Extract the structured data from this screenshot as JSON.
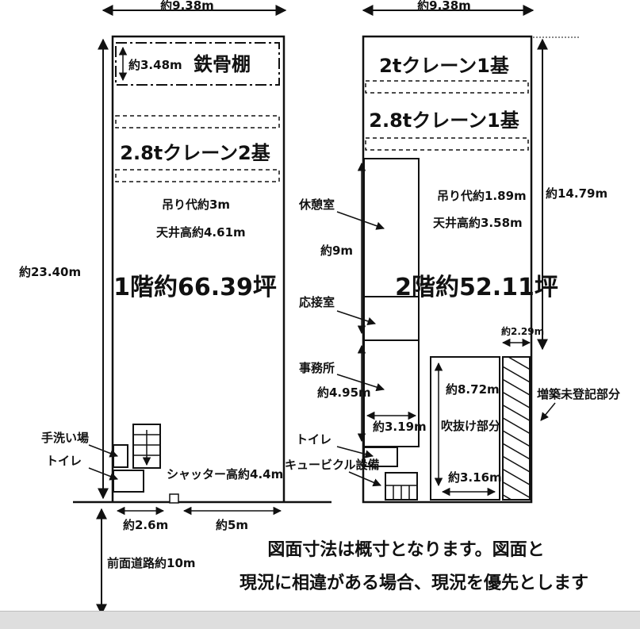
{
  "floor1": {
    "width_top": "約9.38m",
    "height_left": "約23.40m",
    "steel_shelf": "鉄骨棚",
    "shelf_height": "約3.48m",
    "crane": "2.8tクレーン2基",
    "hoist_margin": "吊り代約3m",
    "ceiling": "天井高約4.61m",
    "area": "1階約66.39坪",
    "washroom": "手洗い場",
    "toilet": "トイレ",
    "shutter": "シャッター高約4.4m",
    "dim_2_6": "約2.6m",
    "dim_5": "約5m",
    "road": "前面道路約10m"
  },
  "floor2": {
    "width_top": "約9.38m",
    "height_right": "約14.79m",
    "crane_top": "2tクレーン1基",
    "crane_mid": "2.8tクレーン1基",
    "hoist_margin": "吊り代約1.89m",
    "ceiling": "天井高約3.58m",
    "area": "2階約52.11坪",
    "rest_room": "休憩室",
    "dim_9": "約9m",
    "reception": "応接室",
    "office": "事務所",
    "dim_4_95": "約4.95m",
    "dim_3_19": "約3.19m",
    "toilet": "トイレ",
    "cubicle": "キュービクル設備",
    "dim_2_29": "約2.29m",
    "atrium_h": "約8.72m",
    "atrium": "吹抜け部分",
    "atrium_w": "約3.16m",
    "unregistered": "増築未登記部分"
  },
  "notes": {
    "line1": "図面寸法は概寸となります。図面と",
    "line2": "現況に相違がある場合、現況を優先とします"
  },
  "colors": {
    "line": "#111111",
    "background": "#ffffff",
    "footer": "#dedede"
  }
}
